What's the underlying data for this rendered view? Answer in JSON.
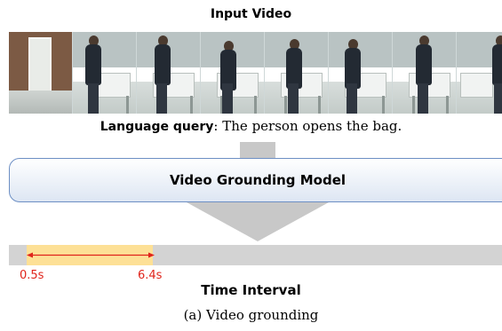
{
  "input_title": "Input Video",
  "frames": [
    "frame-1",
    "frame-2",
    "frame-3",
    "frame-4",
    "frame-5",
    "frame-6",
    "frame-7",
    "frame-8"
  ],
  "query": {
    "label": "Language query",
    "separator": ":",
    "text": " The person opens the bag."
  },
  "model_label": "Video Grounding Model",
  "interval": {
    "start_label": "0.5s",
    "end_label": "6.4s",
    "title": "Time Interval"
  },
  "caption": "(a)  Video grounding",
  "colors": {
    "model_border": "#6d8fc4",
    "highlight": "#fde096",
    "interval_marker": "#e0241b",
    "timebar": "#d3d3d3",
    "arrow": "#c8c8c8"
  }
}
